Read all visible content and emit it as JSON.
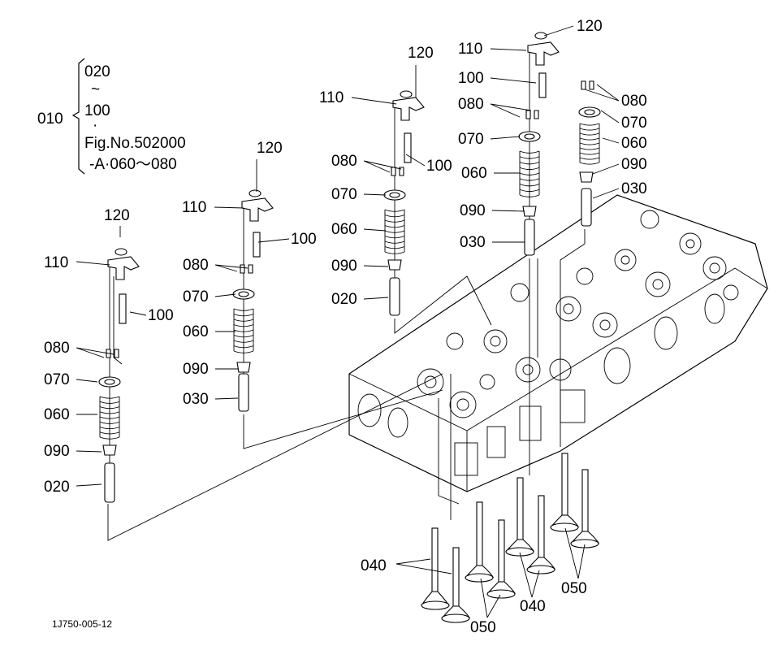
{
  "legend": {
    "id": "010",
    "line1": "020",
    "tilde": "~",
    "line2": "100",
    "dot": "·",
    "line3": "Fig.No.502000",
    "line4": "-A·060～080"
  },
  "parts": {
    "p020": "020",
    "p030": "030",
    "p040": "040",
    "p050": "050",
    "p060": "060",
    "p070": "070",
    "p080": "080",
    "p090": "090",
    "p100": "100",
    "p110": "110",
    "p120": "120"
  },
  "figure_code": "1J750-005-12"
}
